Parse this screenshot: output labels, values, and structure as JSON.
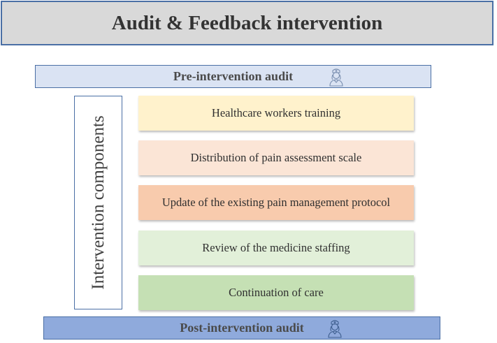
{
  "title": "Audit & Feedback intervention",
  "pre_audit": {
    "label": "Pre-intervention audit",
    "icon": "nurse-icon"
  },
  "side_label": "Intervention components",
  "components": [
    {
      "label": "Healthcare workers training",
      "color": "#fff2cc"
    },
    {
      "label": "Distribution of pain assessment scale",
      "color": "#fbe5d6"
    },
    {
      "label": "Update of the existing pain management protocol",
      "color": "#f8cbad"
    },
    {
      "label": "Review of the medicine staffing",
      "color": "#e2f0d9"
    },
    {
      "label": "Continuation of care",
      "color": "#c5e0b4"
    }
  ],
  "post_audit": {
    "label": "Post-intervention audit",
    "icon": "nurse-icon"
  },
  "colors": {
    "title_bg": "#d9d9d9",
    "border": "#4a6fa5",
    "pre_bg": "#dae3f3",
    "post_bg": "#8faadc"
  }
}
